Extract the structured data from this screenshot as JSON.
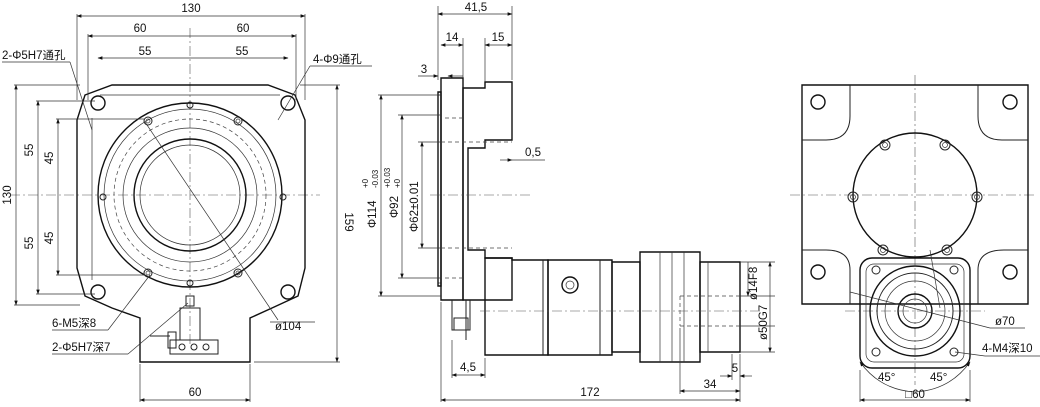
{
  "front_view": {
    "dim_total_width": "130",
    "dim_half_width_left": "60",
    "dim_half_width_right": "60",
    "dim_hole_left": "55",
    "dim_hole_right": "55",
    "dim_total_height": "130",
    "dim_outer_half_top": "55",
    "dim_outer_half_bottom": "55",
    "dim_inner_half_top": "45",
    "dim_inner_half_bottom": "45",
    "dim_height_159": "159",
    "dim_bottom_60": "60",
    "label_pin_holes": "2-Φ5H7通孔",
    "label_through_holes": "4-Φ9通孔",
    "label_m5": "6-M5深8",
    "label_pin_depth": "2-Φ5H7深7",
    "label_pcd": "ø104"
  },
  "side_view": {
    "dim_415": "41,5",
    "dim_14": "14",
    "dim_15": "15",
    "dim_3": "3",
    "dim_05": "0,5",
    "dim_114": "Φ114",
    "dim_114_tol_up": "+0",
    "dim_114_tol_dn": "-0.03",
    "dim_92": "Φ92",
    "dim_92_tol_up": "+0.03",
    "dim_92_tol_dn": "+0",
    "dim_62": "Φ62±0.01",
    "dim_14f8": "ø14F8",
    "dim_50g7": "ø50G7",
    "dim_45": "4,5",
    "dim_172": "172",
    "dim_34": "34",
    "dim_5": "5"
  },
  "rear_view": {
    "label_d70": "ø70",
    "label_m4": "4-M4深10",
    "label_45_left": "45°",
    "label_45_right": "45°",
    "label_square": "□60"
  }
}
